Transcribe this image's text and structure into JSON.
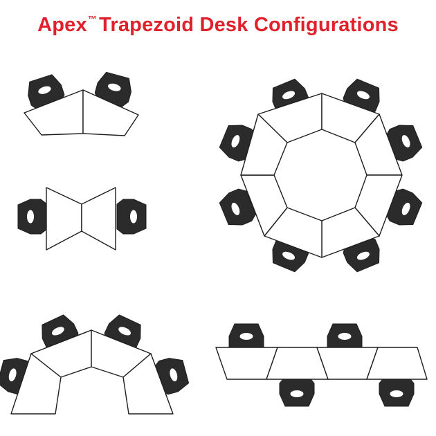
{
  "header": {
    "title_brand": "Apex",
    "title_tm": "™",
    "title_rest": "Trapezoid Desk Configurations"
  },
  "colors": {
    "title_red": "#e0202a",
    "chair": "#2b2b2b",
    "desk_outline": "#1e1e1e",
    "desk_fill": "#ffffff"
  },
  "configurations": [
    {
      "id": "pair-chevron",
      "desks": 2,
      "chairs": 2
    },
    {
      "id": "pair-bowtie",
      "desks": 2,
      "chairs": 2
    },
    {
      "id": "octagon-ring",
      "desks": 8,
      "chairs": 8
    },
    {
      "id": "arc-four",
      "desks": 4,
      "chairs": 4
    },
    {
      "id": "row-alternating",
      "desks": 4,
      "chairs": 4
    }
  ]
}
